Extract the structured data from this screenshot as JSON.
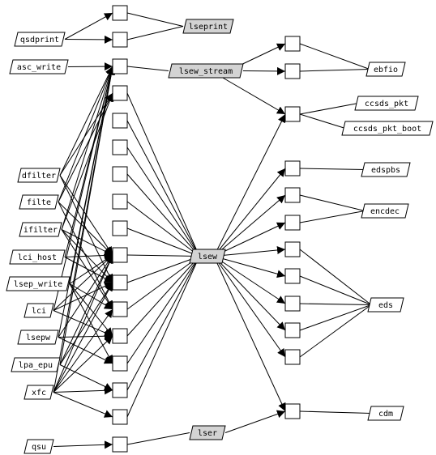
{
  "nodes": {
    "qsdprint": "qsdprint",
    "asc_write": "asc_write",
    "dfilter": "dfilter",
    "filte": "filte",
    "ifilter": "ifilter",
    "lci_host": "lci_host",
    "lsep_write": "lsep_write",
    "lci": "lci",
    "lsepw": "lsepw",
    "lpa_epu": "lpa_epu",
    "xfc": "xfc",
    "qsu": "qsu",
    "lseprint": "lseprint",
    "lsew_stream": "lsew_stream",
    "lsew": "lsew",
    "lser": "lser",
    "ebfio": "ebfio",
    "ccsds_pkt": "ccsds_pkt",
    "ccsds_pkt_boot": "ccsds_pkt_boot",
    "edspbs": "edspbs",
    "encdec": "encdec",
    "eds": "eds",
    "cdm": "cdm"
  },
  "highlighted": [
    "lseprint",
    "lsew_stream",
    "lsew",
    "lser"
  ]
}
